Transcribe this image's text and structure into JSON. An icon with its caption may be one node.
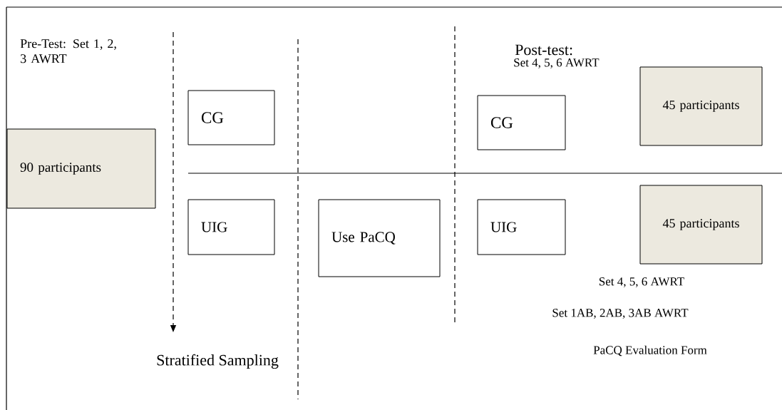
{
  "diagram": {
    "nodes": [
      {
        "text": [
          "90 participants"
        ]
      },
      {
        "text": [
          "CG"
        ]
      },
      {
        "text": [
          "UIG"
        ]
      },
      {
        "text": [
          "Use PaCQ"
        ]
      },
      {
        "text": [
          "CG"
        ]
      },
      {
        "text": [
          "UIG"
        ]
      },
      {
        "text": [
          "45 participants"
        ]
      },
      {
        "text": [
          "45 participants"
        ]
      }
    ],
    "edges": [],
    "labels": [
      "Pre-Test: Set 1, 2, 3 AWRT",
      "Post-test:",
      "Set 4, 5, 6 AWRT",
      "Set 4, 5, 6 AWRT",
      "Set 1AB, 2AB, 3AB AWRT",
      "PaCQ Evaluation Form",
      "Stratified Sampling"
    ]
  }
}
